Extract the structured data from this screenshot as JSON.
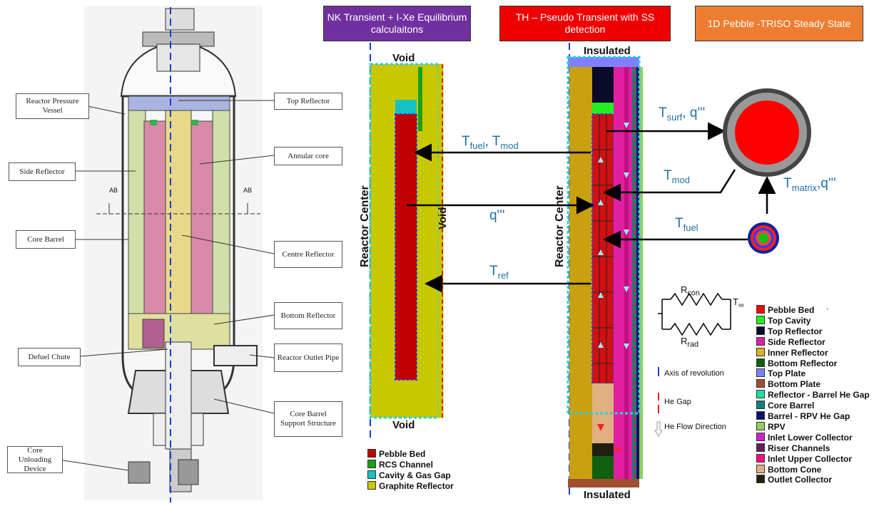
{
  "left_labels": {
    "rpv": "Reactor Pressure Vessel",
    "side_reflector": "Side Reflector",
    "core_barrel": "Core Barrel",
    "defuel_chute": "Defuel Chute",
    "core_unloading": "Core Unloading Device",
    "top_reflector": "Top Reflector",
    "annular_core": "Annular core",
    "centre_reflector": "Centre Reflector",
    "bottom_reflector": "Bottom Reflector",
    "outlet_pipe": "Reactor Outlet Pipe",
    "barrel_support": "Core Barrel Support Structure",
    "ab_left": "AB",
    "ab_right": "AB"
  },
  "headers": {
    "nk": "NK Transient + I-Xe Equilibrium calculaitons",
    "th": "TH – Pseudo Transient with SS detection",
    "pebble": "1D Pebble -TRISO Steady State"
  },
  "nk_model": {
    "void_top": "Void",
    "void_bottom": "Void",
    "void_side": "Void",
    "reactor_center": "Reactor Center"
  },
  "th_model": {
    "insulated_top": "Insulated",
    "insulated_bottom": "Insulated",
    "reactor_center": "Reactor Center"
  },
  "arrows": {
    "tfuel_tmod": {
      "t1": "T",
      "s1": "fuel",
      "sep": ", ",
      "t2": "T",
      "s2": "mod"
    },
    "q": "q'''",
    "tref": {
      "t": "T",
      "s": "ref"
    },
    "tsurf": {
      "t": "T",
      "s": "surf",
      "rest": ", q'''"
    },
    "tmod": {
      "t": "T",
      "s": "mod"
    },
    "tfuel": {
      "t": "T",
      "s": "fuel"
    },
    "tmatrix": {
      "t": "T",
      "s": "matrix",
      "rest": ",q'''"
    }
  },
  "resistance": {
    "rcon": {
      "t": "R",
      "s": "con"
    },
    "rrad": {
      "t": "R",
      "s": "rad"
    },
    "tinf": {
      "t": "T",
      "s": "∞"
    }
  },
  "line_legend": [
    {
      "label": "Axis of revolution",
      "color": "#1a3fd0",
      "style": "dash"
    },
    {
      "label": "He Gap",
      "color": "#e02020",
      "style": "dash"
    },
    {
      "label": "He Flow Direction",
      "color": "#999999",
      "style": "arrow"
    }
  ],
  "nk_legend": [
    {
      "label": "Pebble Bed",
      "color": "#c00000"
    },
    {
      "label": "RCS Channel",
      "color": "#1aa01a"
    },
    {
      "label": "Cavity & Gas Gap",
      "color": "#17c1c1"
    },
    {
      "label": "Graphite Reflector",
      "color": "#c8c800"
    }
  ],
  "th_legend": [
    {
      "label": "Pebble Bed",
      "color": "#ff0000"
    },
    {
      "label": "Top Cavity",
      "color": "#22ee22"
    },
    {
      "label": "Top Reflector",
      "color": "#0a0a2a"
    },
    {
      "label": "Side Reflector",
      "color": "#e020a0"
    },
    {
      "label": "Inner Reflector",
      "color": "#e0b020"
    },
    {
      "label": "Bottom Reflector",
      "color": "#106010"
    },
    {
      "label": "Top Plate",
      "color": "#8080ff"
    },
    {
      "label": "Bottom Plate",
      "color": "#a05030"
    },
    {
      "label": "Reflector - Barrel He Gap",
      "color": "#20e0a0"
    },
    {
      "label": "Core Barrel",
      "color": "#108080"
    },
    {
      "label": "Barrel - RPV He Gap",
      "color": "#101070"
    },
    {
      "label": "RPV",
      "color": "#90d060"
    },
    {
      "label": "Inlet Lower Collector",
      "color": "#d020d0"
    },
    {
      "label": "Riser Channels",
      "color": "#602060"
    },
    {
      "label": "Inlet Upper Collector",
      "color": "#f01080"
    },
    {
      "label": "Bottom Cone",
      "color": "#e0b080"
    },
    {
      "label": "Outlet Collector",
      "color": "#202010"
    }
  ],
  "th_legend_extra": "`"
}
